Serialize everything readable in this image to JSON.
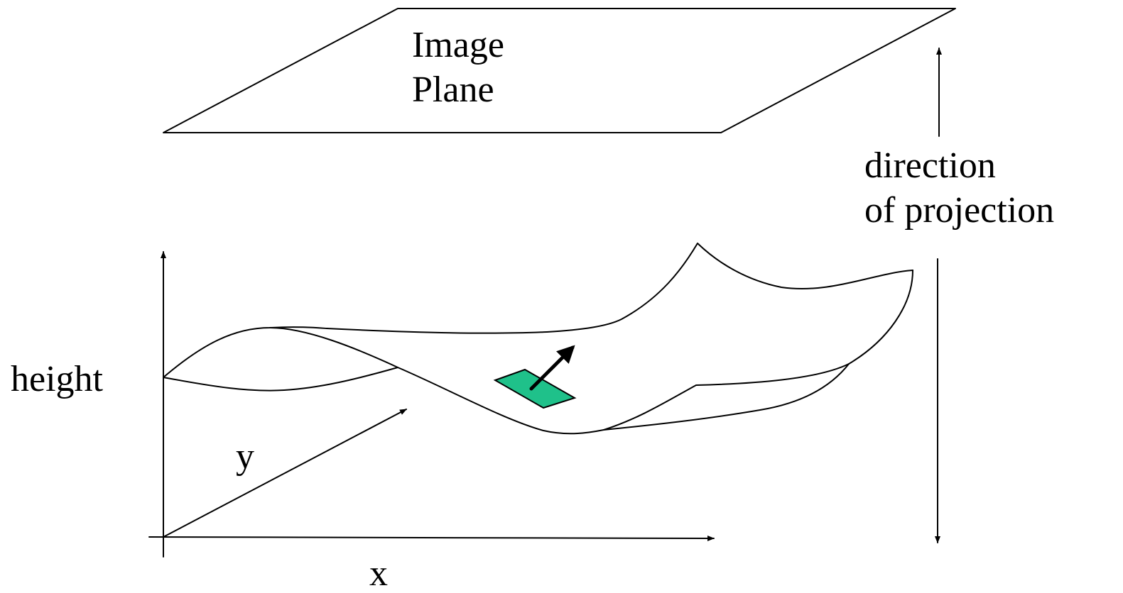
{
  "labels": {
    "image_plane_line1": "Image",
    "image_plane_line2": "Plane",
    "direction_line1": "direction",
    "direction_line2": "of projection",
    "height_axis": "height",
    "y_axis": "y",
    "x_axis": "x"
  },
  "colors": {
    "stroke": "#000000",
    "patch_fill": "#1fc18a",
    "background": "#ffffff"
  }
}
